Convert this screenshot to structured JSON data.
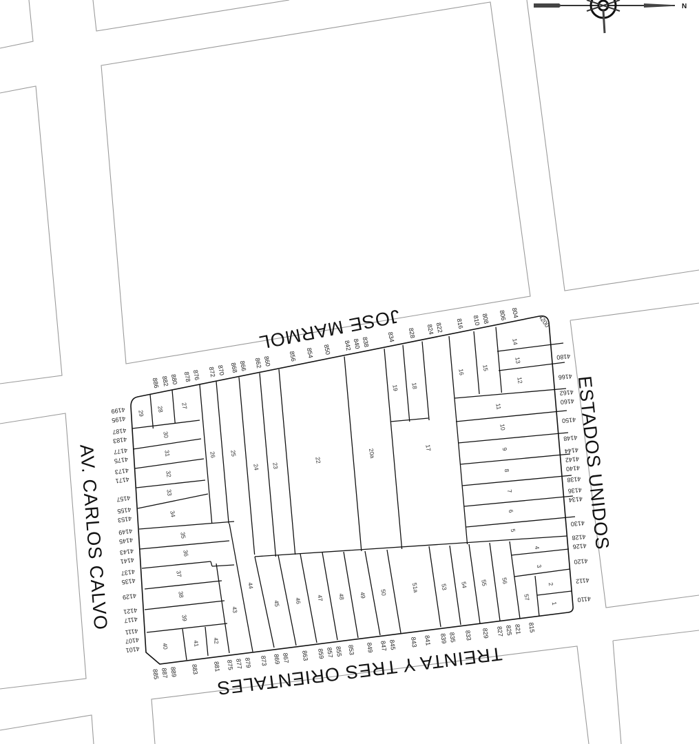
{
  "map": {
    "streets": {
      "top": "JOSE MARMOL",
      "right": "ESTADOS UNIDOS",
      "left": "AV. CARLOS CALVO",
      "bottom": "TREINTA Y TRES ORIENTALES"
    },
    "north_label": "N",
    "compass_icon": "compass-rose-icon",
    "lots": [
      "1",
      "2",
      "3",
      "4",
      "5",
      "6",
      "7",
      "8",
      "9",
      "10",
      "11",
      "12",
      "13",
      "14",
      "15",
      "16",
      "17",
      "18",
      "19",
      "20a",
      "22",
      "23",
      "24",
      "25",
      "26",
      "27",
      "28",
      "29",
      "30",
      "31",
      "32",
      "33",
      "34",
      "35",
      "36",
      "37",
      "38",
      "39",
      "40",
      "41",
      "42",
      "43",
      "44",
      "45",
      "46",
      "47",
      "48",
      "49",
      "50",
      "51a",
      "53",
      "54",
      "55",
      "56",
      "57"
    ],
    "numbers_top": [
      "886",
      "882",
      "880",
      "878",
      "876",
      "872",
      "870",
      "868",
      "866",
      "862",
      "860",
      "856",
      "854",
      "850",
      "842",
      "840",
      "838",
      "834",
      "828",
      "824",
      "822",
      "816",
      "810",
      "808",
      "806",
      "804",
      "4200"
    ],
    "numbers_left": [
      "4199",
      "4195",
      "4187",
      "4183",
      "4177",
      "4175",
      "4173",
      "4171",
      "4157",
      "4155",
      "4153",
      "4149",
      "4145",
      "4143",
      "4141",
      "4137",
      "4135",
      "4129",
      "4121",
      "4117",
      "4111",
      "4107",
      "4101"
    ],
    "numbers_right": [
      "4180",
      "4166",
      "4162",
      "4160",
      "4150",
      "4148",
      "4144",
      "4142",
      "4140",
      "4138",
      "4136",
      "4134",
      "4130",
      "4128",
      "4126",
      "4120",
      "4112",
      "4110"
    ],
    "numbers_bottom": [
      "889",
      "887",
      "885",
      "883",
      "881",
      "879",
      "877",
      "875",
      "873",
      "869",
      "867",
      "863",
      "859",
      "857",
      "855",
      "853",
      "849",
      "847",
      "845",
      "843",
      "841",
      "839",
      "835",
      "833",
      "829",
      "827",
      "825",
      "821",
      "815"
    ],
    "colors": {
      "lines": "#111111",
      "blocks": "#9a9a9a",
      "background": "#ffffff"
    }
  }
}
